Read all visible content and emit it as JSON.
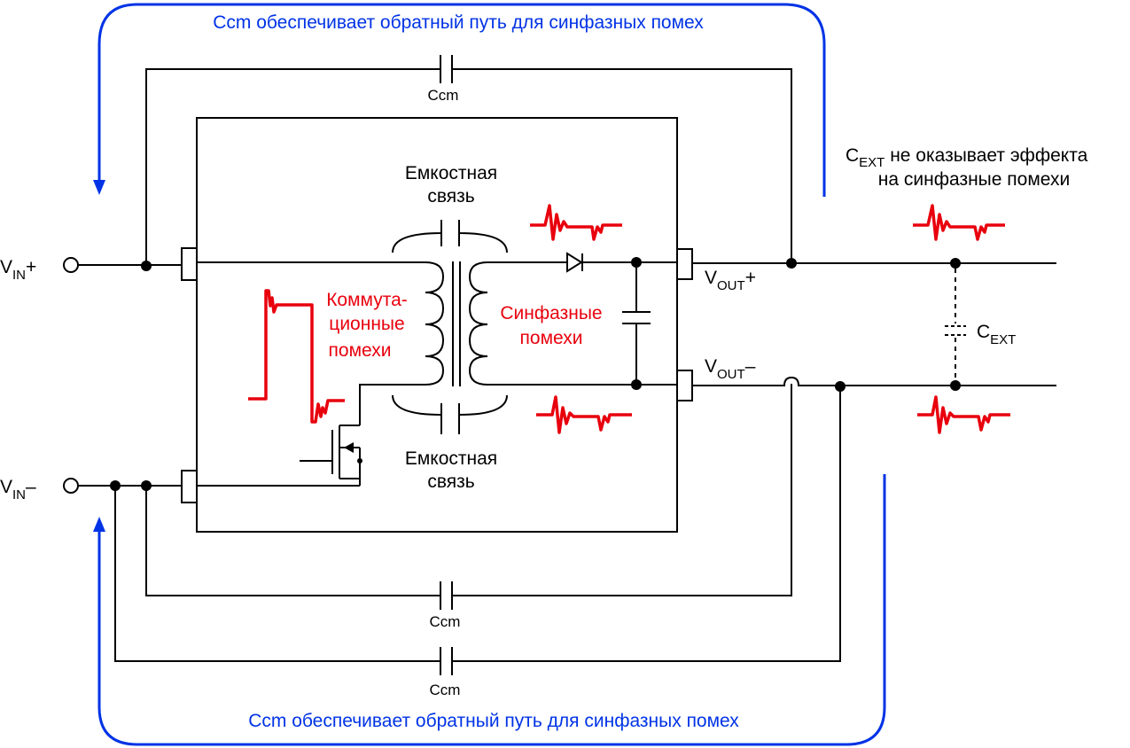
{
  "labels": {
    "top_return_path": "Ccm обеспечивает обратный путь для синфазных помех",
    "bottom_return_path": "Ccm обеспечивает обратный путь для синфазных помех",
    "ccm_top": "Ccm",
    "ccm_mid": "Ccm",
    "ccm_bottom": "Ccm",
    "cap_coupling_top_line1": "Емкостная",
    "cap_coupling_top_line2": "связь",
    "cap_coupling_bottom_line1": "Емкостная",
    "cap_coupling_bottom_line2": "связь",
    "switching_noise_line1": "Коммута-",
    "switching_noise_line2": "ционные",
    "switching_noise_line3": "помехи",
    "common_mode_line1": "Синфазные",
    "common_mode_line2": "помехи",
    "cext_note_main": "C",
    "cext_note_sub": "EXT",
    "cext_note_rest": " не оказывает эффекта",
    "cext_note_line2": "на синфазные помехи",
    "vin_plus_main": "V",
    "vin_plus_sub": "IN",
    "vin_plus_sign": "+",
    "vin_minus_main": "V",
    "vin_minus_sub": "IN",
    "vin_minus_sign": "–",
    "vout_plus_main": "V",
    "vout_plus_sub": "OUT",
    "vout_plus_sign": "+",
    "vout_minus_main": "V",
    "vout_minus_sub": "OUT",
    "vout_minus_sign": "–",
    "cext_main": "C",
    "cext_sub": "EXT"
  },
  "colors": {
    "noise": "#e8000d",
    "return_path": "#0033e6",
    "wire": "#000000"
  }
}
